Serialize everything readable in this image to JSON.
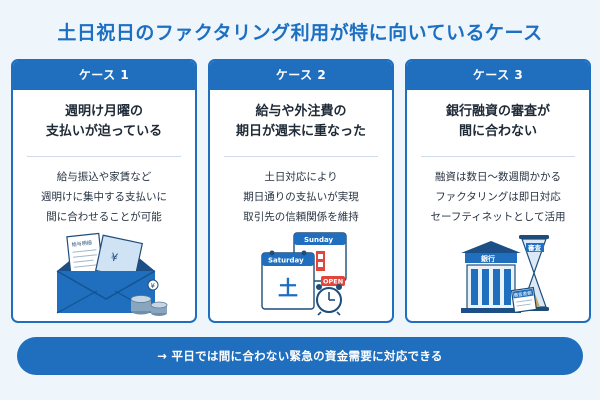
{
  "title": "土日祝日のファクタリング利用が特に向いているケース",
  "cases": [
    {
      "header": "ケース 1",
      "title_lines": [
        "週明け月曜の",
        "支払いが迫っている"
      ],
      "body_lines": [
        "給与振込や家賃など",
        "週明けに集中する支払いに",
        "間に合わせることが可能"
      ],
      "illustration": "envelope-with-bills-and-coins",
      "illustration_text": {
        "paper": "給与明細"
      }
    },
    {
      "header": "ケース 2",
      "title_lines": [
        "給与や外注費の",
        "期日が週末に重なった"
      ],
      "body_lines": [
        "土日対応により",
        "期日通りの支払いが実現",
        "取引先の信頼関係を維持"
      ],
      "illustration": "calendar-and-clock",
      "illustration_text": {
        "sunday": "Sunday",
        "saturday": "Saturday",
        "day": "土",
        "badge": "OPEN"
      }
    },
    {
      "header": "ケース 3",
      "title_lines": [
        "銀行融資の審査が",
        "間に合わない"
      ],
      "body_lines": [
        "融資は数日〜数週間かかる",
        "ファクタリングは即日対応",
        "セーフティネットとして活用"
      ],
      "illustration": "bank-and-hourglass",
      "illustration_text": {
        "bank": "銀行",
        "screening": "審査",
        "docs": "審査書類"
      }
    }
  ],
  "bottom_banner": "→ 平日では間に合わない緊急の資金需要に対応できる",
  "colors": {
    "primary": "#1f6fbe",
    "background": "#eef6fc",
    "title": "#1d6fc2",
    "accent_red": "#e0463a"
  }
}
